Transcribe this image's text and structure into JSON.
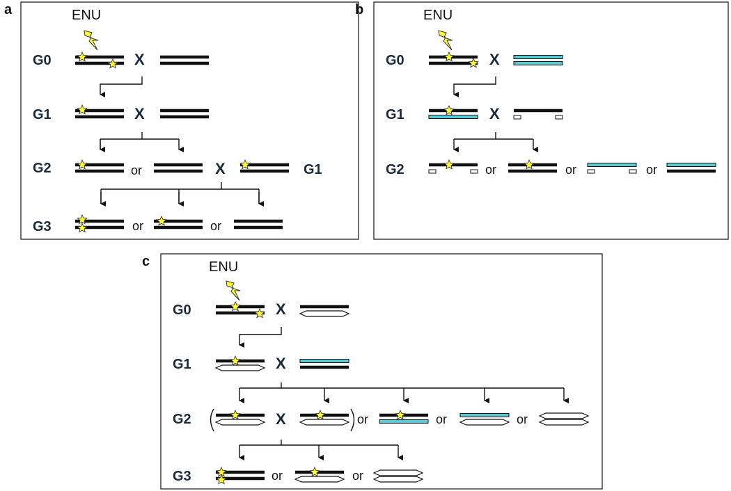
{
  "panels": {
    "a": {
      "letter": "a",
      "mutagen": "ENU",
      "gens": [
        "G0",
        "G1",
        "G2",
        "G3"
      ],
      "cross": "X",
      "g2_extra": "G1",
      "or_text": "or"
    },
    "b": {
      "letter": "b",
      "mutagen": "ENU",
      "gens": [
        "G0",
        "G1",
        "G2"
      ],
      "cross": "X",
      "or_text": "or"
    },
    "c": {
      "letter": "c",
      "mutagen": "ENU",
      "gens": [
        "G0",
        "G1",
        "G2",
        "G3"
      ],
      "cross": "X",
      "or_text": "or"
    }
  },
  "colors": {
    "chromosome": "#111111",
    "marked_chromosome": "#5cc9d2",
    "mutation_star": "#ffff33",
    "lightning": "#ffff33"
  }
}
